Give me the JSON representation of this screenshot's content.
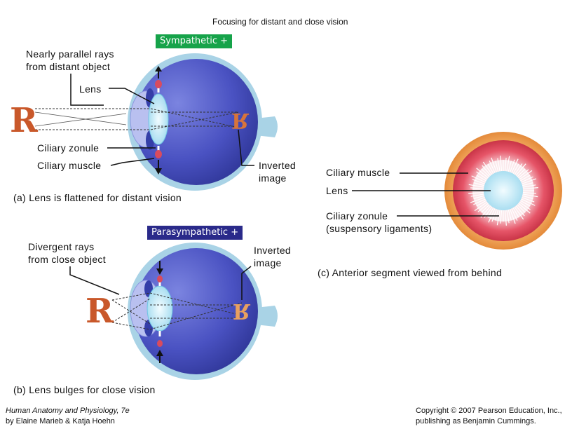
{
  "title": "Focusing for distant and close vision",
  "panel_a": {
    "badge": "Sympathetic +",
    "badge_color": "#16a34a",
    "rays_line1": "Nearly parallel rays",
    "rays_line2": "from distant object",
    "lens": "Lens",
    "ciliary_zonule": "Ciliary zonule",
    "ciliary_muscle": "Ciliary muscle",
    "inverted_line1": "Inverted",
    "inverted_line2": "image",
    "caption": "(a) Lens is flattened for distant vision",
    "object_letter": "R"
  },
  "panel_b": {
    "badge": "Parasympathetic +",
    "badge_color": "#2a2a8a",
    "rays_line1": "Divergent rays",
    "rays_line2": "from close object",
    "inverted_line1": "Inverted",
    "inverted_line2": "image",
    "caption": "(b) Lens bulges for close vision",
    "object_letter": "R"
  },
  "panel_c": {
    "ciliary_muscle": "Ciliary muscle",
    "lens": "Lens",
    "zonule_line1": "Ciliary zonule",
    "zonule_line2": "(suspensory ligaments)",
    "caption": "(c) Anterior segment viewed from behind"
  },
  "footer": {
    "book_title": "Human Anatomy and Physiology, 7e",
    "authors": "by Elaine Marieb & Katja Hoehn",
    "copyright_line1": "Copyright © 2007 Pearson Education, Inc.,",
    "copyright_line2": "publishing as Benjamin Cummings."
  },
  "colors": {
    "sclera": "#a9d3e6",
    "eyeball": "#4c55c4",
    "lens": "#d6f2fb",
    "letter": "#c9582a",
    "ciliary_node": "#d94b5e",
    "muscle_ring": "#e05a6a",
    "outer_ring": "#ee9a4e"
  }
}
